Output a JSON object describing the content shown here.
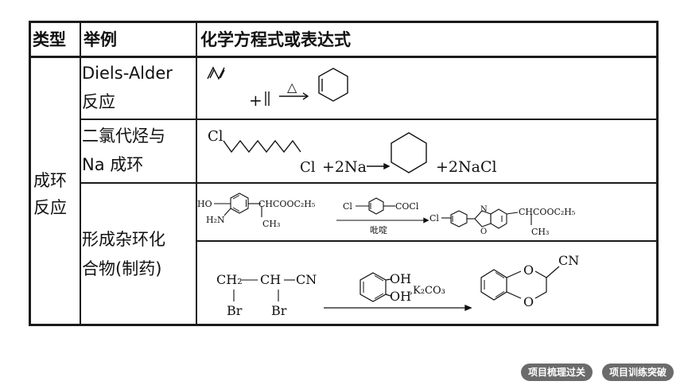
{
  "table": {
    "headers": [
      "类型",
      "举例",
      "化学方程式或表达式"
    ],
    "category": [
      "成环",
      "反应"
    ],
    "rows": [
      {
        "example": [
          "Diels-Alder",
          "反应"
        ],
        "equation": {
          "condition": "△",
          "reactant_sign": "+"
        }
      },
      {
        "example": [
          "二氯代烃与",
          "Na 成环"
        ],
        "equation": {
          "cl_left": "Cl",
          "cl_right": "Cl",
          "reagent": "+2Na",
          "product": "+2NaCl"
        }
      },
      {
        "example": [
          "形成杂环化",
          "合物(制药)"
        ],
        "equation_1": {
          "ho": "HO",
          "h2n": "H₂N",
          "side_chain": "CHCOOC₂H₅",
          "methyl": "CH₃",
          "reagent_cl": "Cl",
          "reagent_cocl": "COCl",
          "catalyst": "吡啶",
          "prod_cl": "Cl",
          "prod_n": "N",
          "prod_o": "O",
          "prod_side_chain": "CHCOOC₂H₅",
          "prod_methyl": "CH₃"
        },
        "equation_2": {
          "ch2": "CH₂",
          "ch": "CH",
          "cn": "CN",
          "br1": "Br",
          "br2": "Br",
          "oh1": "OH",
          "oh2": "OH",
          "k2co3": ",K₂CO₃",
          "prod_o1": "O",
          "prod_o2": "O",
          "prod_cn": "CN"
        }
      }
    ]
  },
  "footer": {
    "buttons": [
      "项目梳理过关",
      "项目训练突破"
    ]
  }
}
